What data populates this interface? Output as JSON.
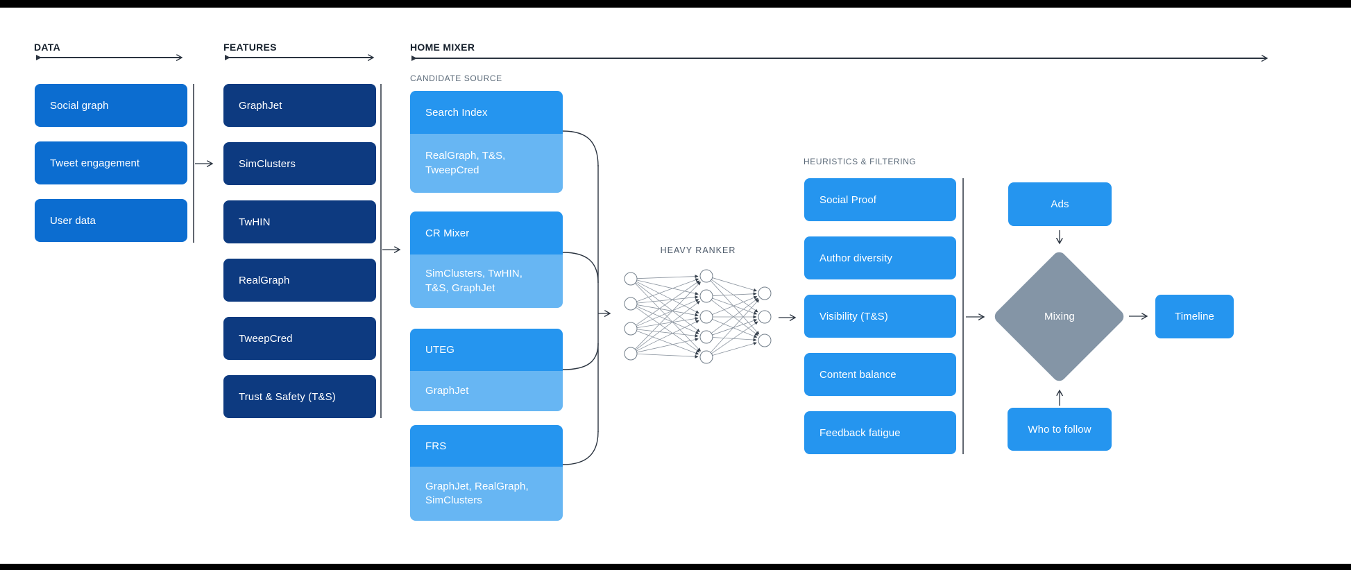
{
  "diagram": {
    "data": {
      "heading": "DATA",
      "items": [
        "Social graph",
        "Tweet engagement",
        "User data"
      ]
    },
    "features": {
      "heading": "FEATURES",
      "items": [
        "GraphJet",
        "SimClusters",
        "TwHIN",
        "RealGraph",
        "TweepCred",
        "Trust & Safety (T&S)"
      ]
    },
    "home_mixer": {
      "heading": "HOME MIXER"
    },
    "candidate_source": {
      "heading": "CANDIDATE SOURCE",
      "cards": [
        {
          "title": "Search Index",
          "sources": "RealGraph, T&S, TweepCred"
        },
        {
          "title": "CR Mixer",
          "sources": "SimClusters, TwHIN, T&S, GraphJet"
        },
        {
          "title": "UTEG",
          "sources": "GraphJet"
        },
        {
          "title": "FRS",
          "sources": "GraphJet, RealGraph, SimClusters"
        }
      ]
    },
    "heavy_ranker": {
      "heading": "HEAVY RANKER"
    },
    "heuristics": {
      "heading": "HEURISTICS & FILTERING",
      "items": [
        "Social Proof",
        "Author diversity",
        "Visibility (T&S)",
        "Content balance",
        "Feedback fatigue"
      ]
    },
    "output": {
      "ads": "Ads",
      "mixing": "Mixing",
      "who_to_follow": "Who to follow",
      "timeline": "Timeline"
    }
  },
  "colors": {
    "data_box": "#0c6dd0",
    "feature_box": "#0d3a80",
    "candidate_header": "#2595ef",
    "candidate_sub": "#67b6f3",
    "bright_box": "#2595ef",
    "diamond": "#8495a6",
    "connector": "#2b3440",
    "network_stroke": "#77828e"
  }
}
